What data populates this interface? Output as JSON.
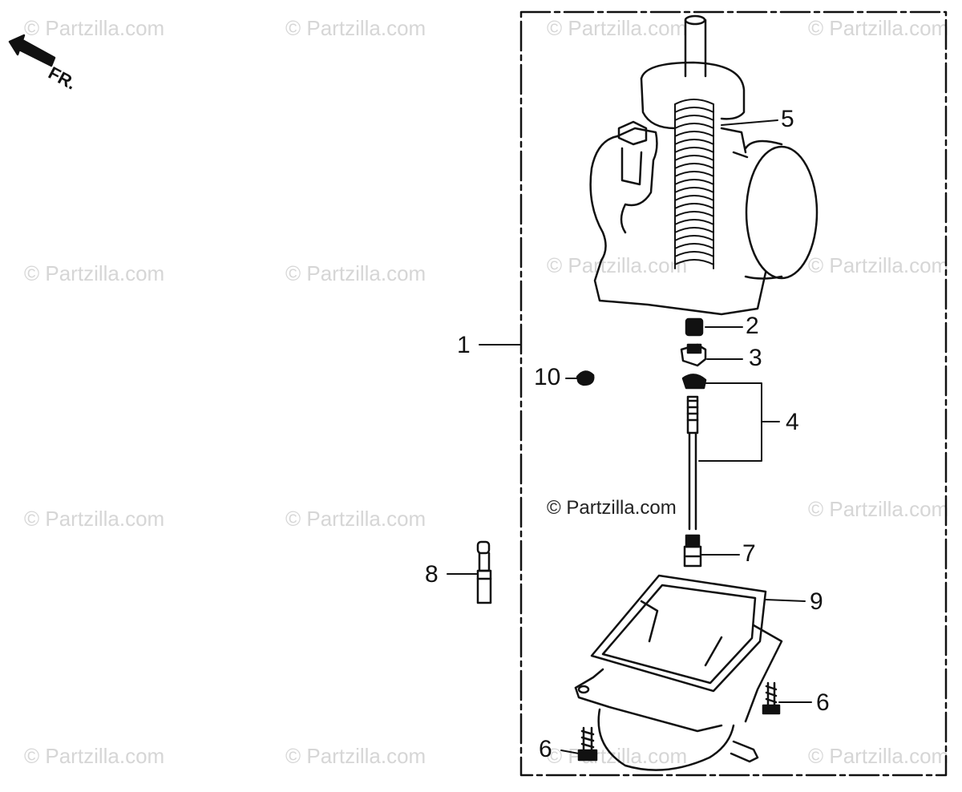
{
  "watermark": {
    "text": "© Partzilla.com",
    "center_text": "© Partzilla.com"
  },
  "direction": {
    "label": "FR.",
    "icon": "front-arrow-icon"
  },
  "callouts": {
    "c1": "1",
    "c2": "2",
    "c3": "3",
    "c4": "4",
    "c5": "5",
    "c6a": "6",
    "c6b": "6",
    "c7": "7",
    "c8": "8",
    "c9": "9",
    "c10": "10"
  },
  "colors": {
    "line": "#111111",
    "watermark": "#d6d6d6",
    "background": "#ffffff"
  }
}
